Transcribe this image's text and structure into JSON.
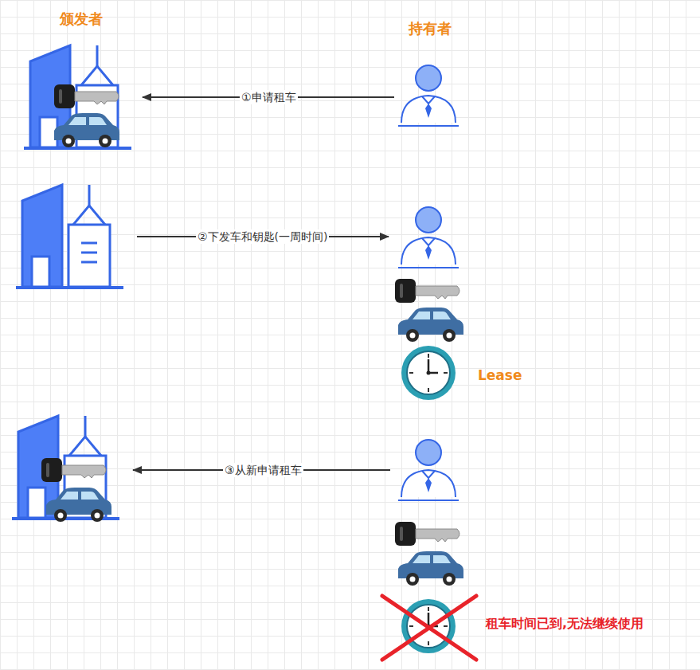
{
  "diagram": {
    "nodes": [
      {
        "text": [
          "颁发者"
        ]
      },
      {
        "text": [
          "持有者"
        ]
      },
      {
        "text": [
          "Lease"
        ]
      },
      {
        "text": [
          "租车时间已到,无法继续使用"
        ]
      }
    ],
    "edges": [
      {
        "from": 1,
        "to": 0,
        "arrow": "to",
        "label": "①申请租车"
      }
    ],
    "labels": [
      "②下发车和钥匙(一周时间)",
      "③从新申请租车"
    ]
  }
}
